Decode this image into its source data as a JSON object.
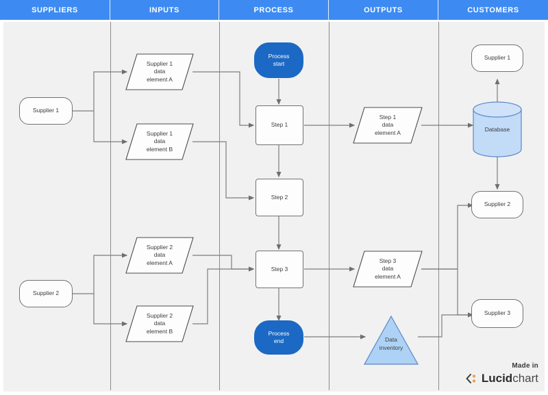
{
  "title": "SIPOC Process Map",
  "colors": {
    "header_band": "#3d8bf2",
    "lane_background": "#f1f1f1",
    "terminator_fill": "#1b69c4",
    "database_fill": "#c2dbf7",
    "database_stroke": "#5b87c4",
    "triangle_fill": "#aed2f5",
    "triangle_stroke": "#5b87c4",
    "shape_stroke": "#6d7378",
    "connector": "#7d7d7d",
    "lucid_orange": "#f2994a"
  },
  "header": {
    "columns": [
      {
        "label": "SUPPLIERS",
        "width": 161
      },
      {
        "label": "INPUTS",
        "width": 159
      },
      {
        "label": "PROCESS",
        "width": 160
      },
      {
        "label": "OUTPUTS",
        "width": 160
      },
      {
        "label": "CUSTOMERS",
        "width": 160
      }
    ]
  },
  "suppliers": {
    "supplier_1": "Supplier 1",
    "supplier_2": "Supplier 2"
  },
  "inputs": {
    "s1_a": "Supplier 1\ndata\nelement A",
    "s1_b": "Supplier 1\ndata\nelement B",
    "s2_a": "Supplier 2\ndata\nelement A",
    "s2_b": "Supplier 2\ndata\nelement B"
  },
  "process": {
    "start": "Process\nstart",
    "step_1": "Step 1",
    "step_2": "Step 2",
    "step_3": "Step 3",
    "end": "Process\nend"
  },
  "outputs": {
    "step1_a": "Step 1\ndata\nelement A",
    "step3_a": "Step 3\ndata\nelement A",
    "data_inventory": "Data\ninventory"
  },
  "customers": {
    "customer_1": "Supplier 1",
    "database": "Database",
    "customer_2": "Supplier 2",
    "customer_3": "Supplier 3"
  },
  "credit": {
    "made_in": "Made in",
    "brand_bold": "Lucid",
    "brand_light": "chart"
  }
}
